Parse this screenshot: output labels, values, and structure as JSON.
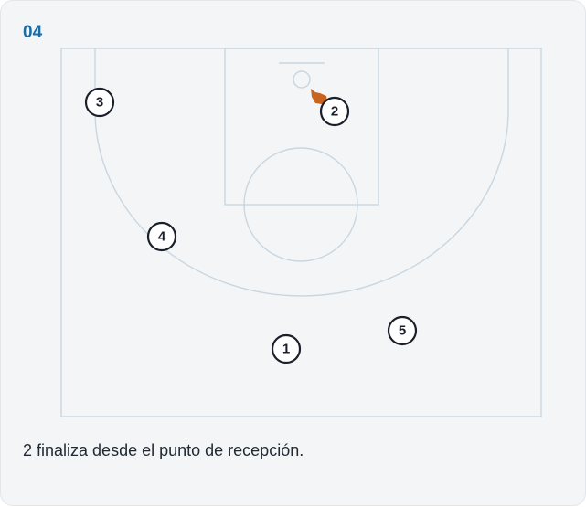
{
  "step": {
    "number": "04"
  },
  "court": {
    "line_color": "#c9d6e0",
    "background": "#f3f5f7"
  },
  "ball": {
    "color": "#c8641e",
    "holder": "2"
  },
  "players": [
    {
      "id": "3",
      "label": "3"
    },
    {
      "id": "2",
      "label": "2"
    },
    {
      "id": "4",
      "label": "4"
    },
    {
      "id": "5",
      "label": "5"
    },
    {
      "id": "1",
      "label": "1"
    }
  ],
  "caption": "2 finaliza desde el punto de recepción."
}
